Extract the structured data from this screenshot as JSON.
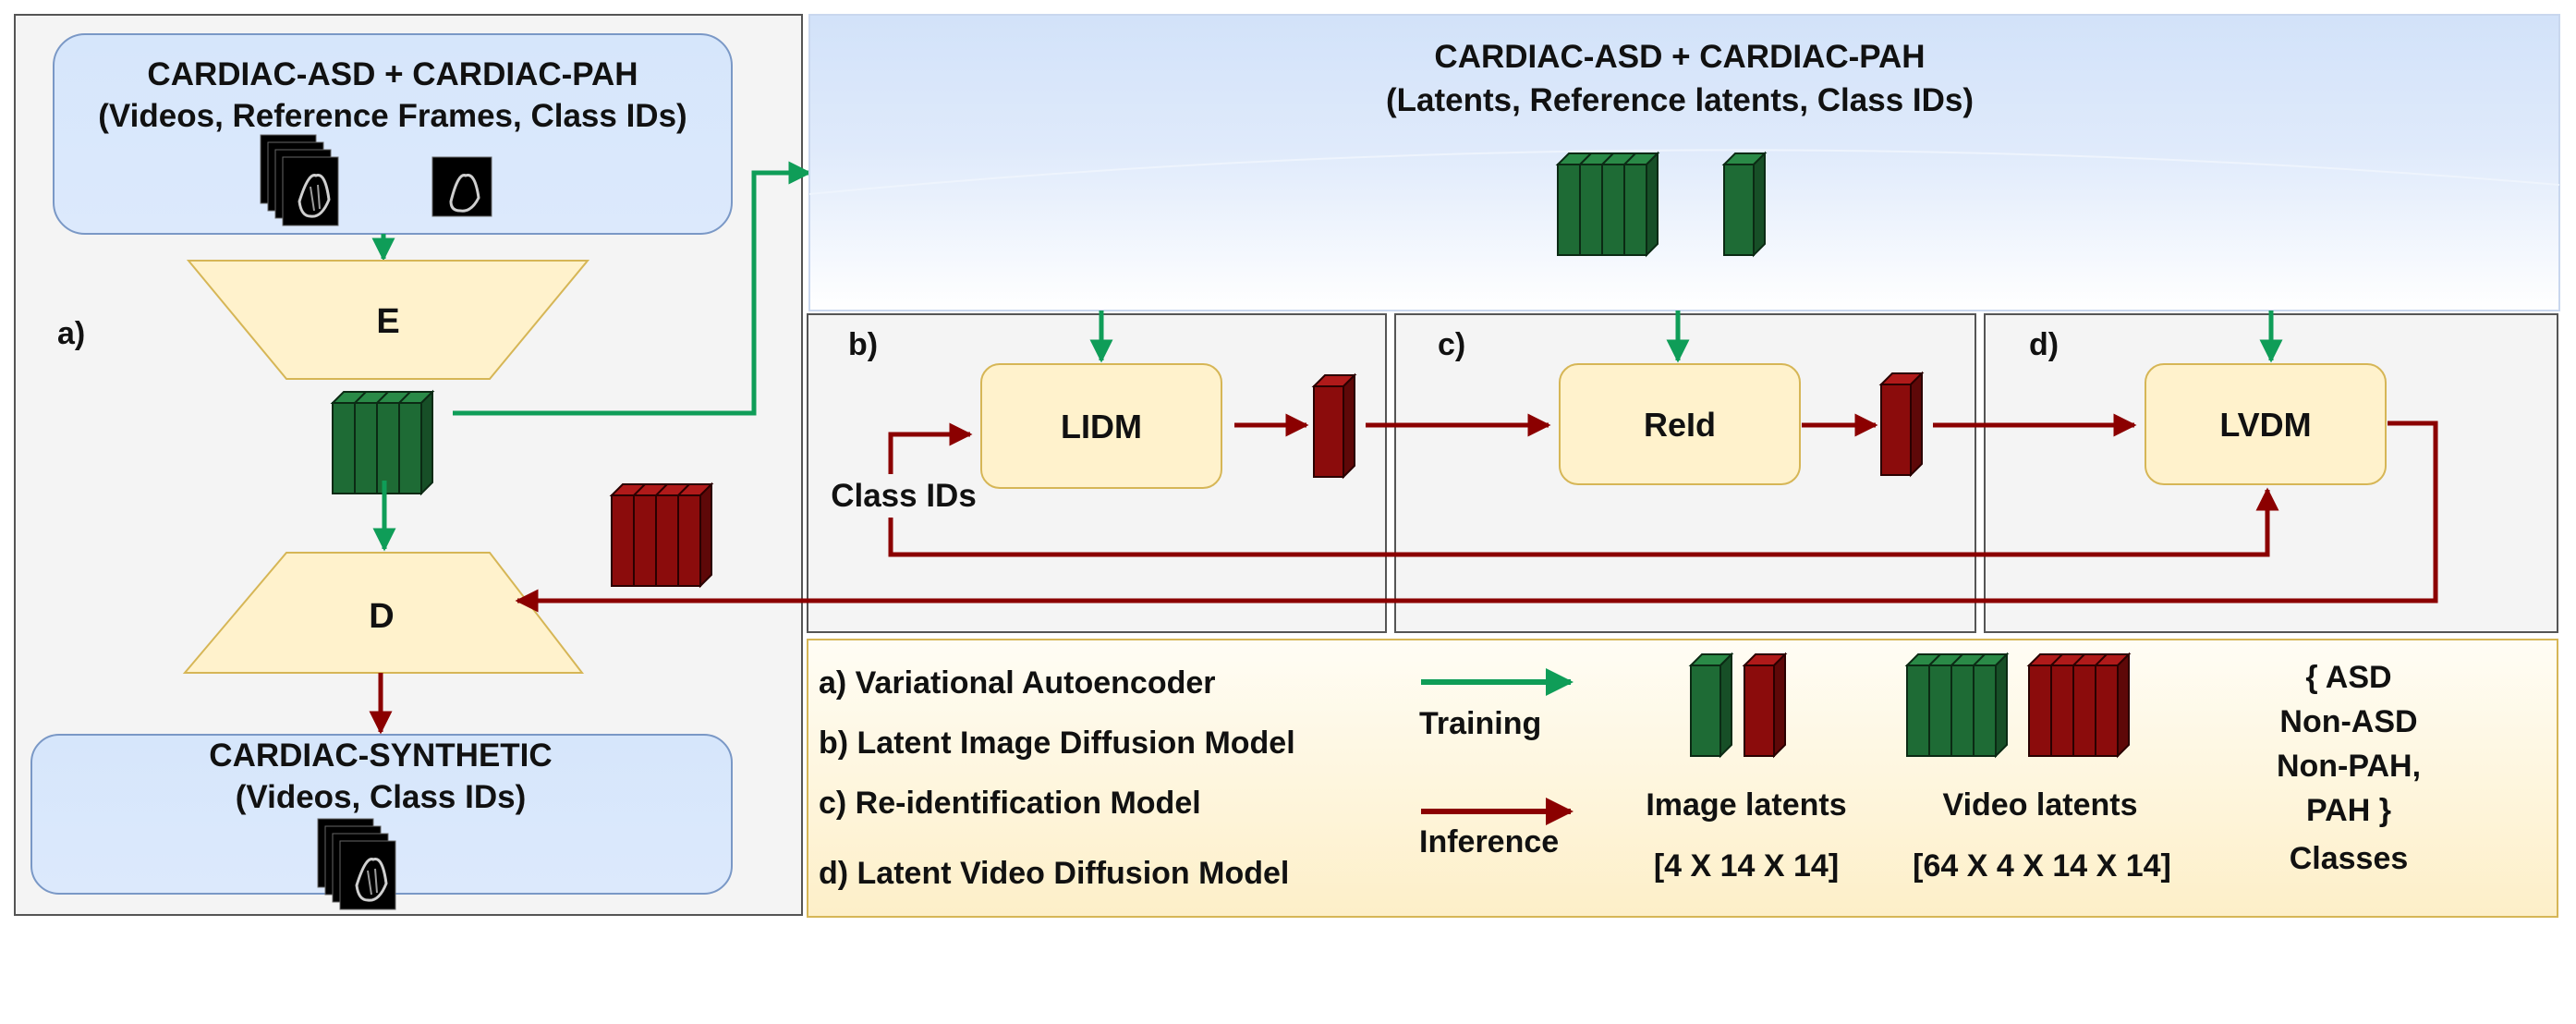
{
  "panel_a": {
    "label": "a)",
    "input_title": "CARDIAC-ASD + CARDIAC-PAH",
    "input_subtitle": "(Videos, Reference Frames, Class IDs)",
    "encoder": "E",
    "decoder": "D",
    "output_title": "CARDIAC-SYNTHETIC",
    "output_subtitle": "(Videos, Class IDs)"
  },
  "latent_box": {
    "title": "CARDIAC-ASD + CARDIAC-PAH",
    "subtitle": "(Latents, Reference latents, Class IDs)"
  },
  "panel_b": {
    "label": "b)",
    "model": "LIDM",
    "class_ids": "Class IDs"
  },
  "panel_c": {
    "label": "c)",
    "model": "ReId"
  },
  "panel_d": {
    "label": "d)",
    "model": "LVDM"
  },
  "legend": {
    "items": [
      "a) Variational Autoencoder",
      "b) Latent Image Diffusion Model",
      "c) Re-identification Model",
      "d) Latent Video Diffusion Model"
    ],
    "training": "Training",
    "inference": "Inference",
    "image_latents": "Image latents",
    "image_latents_shape": "[4 X 14 X 14]",
    "video_latents": "Video latents",
    "video_latents_shape": "[64 X 4 X 14 X 14]",
    "classes_lines": [
      "{ ASD",
      "Non-ASD",
      "Non-PAH,",
      "PAH }"
    ],
    "classes_label": "Classes"
  },
  "colors": {
    "training": "#0f9d58",
    "inference": "#8b0000",
    "latent_green": "#1e6b35",
    "latent_red": "#8b0c0c",
    "blue_box": "#dae8fc",
    "model_box": "#fff2cc"
  }
}
